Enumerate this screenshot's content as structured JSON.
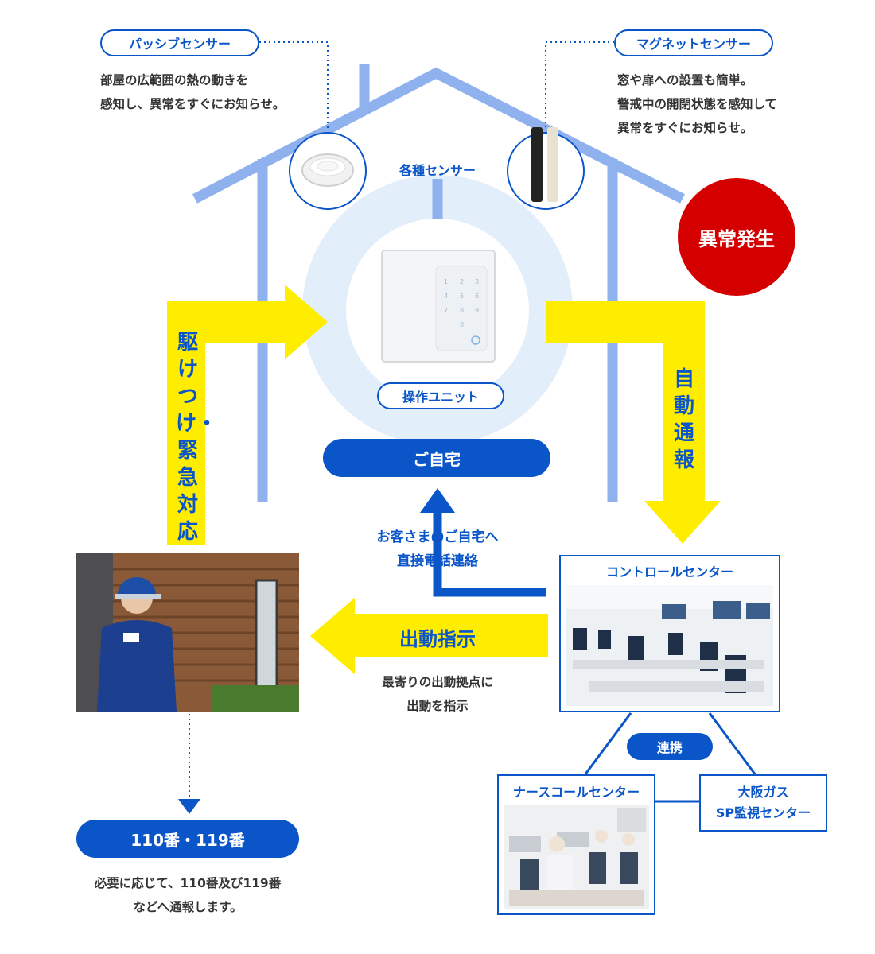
{
  "passive_sensor": {
    "label": "パッシブセンサー",
    "desc_lines": [
      "部屋の広範囲の熱の動きを",
      "感知し、異常をすぐにお知らせ。"
    ]
  },
  "magnet_sensor": {
    "label": "マグネットセンサー",
    "desc_lines": [
      "窓や扉への設置も簡単。",
      "警戒中の開閉状態を感知して",
      "異常をすぐにお知らせ。"
    ]
  },
  "sensors_label": "各種センサー",
  "control_unit_label": "操作ユニット",
  "home_label": "ご自宅",
  "alarm_badge": "異常発生",
  "auto_report": "自動通報",
  "rush_response": "駆けつけ・緊急対応",
  "direct_call_lines": [
    "お客さまのご自宅へ",
    "直接電話連絡"
  ],
  "dispatch_label": "出動指示",
  "dispatch_desc_lines": [
    "最寄りの出動拠点に",
    "出動を指示"
  ],
  "control_center_label": "コントロールセンター",
  "link_label": "連携",
  "nurse_center_label": "ナースコールセンター",
  "gas_center_lines": [
    "大阪ガス",
    "SP監視センター"
  ],
  "emergency_numbers": "110番・119番",
  "emergency_desc_lines": [
    "必要に応じて、110番及び119番",
    "などへ通報します。"
  ],
  "colors": {
    "brand_blue": "#0a55c8",
    "house_line": "#8fb2ef",
    "arrow_yellow": "#ffed00",
    "alarm_red": "#d40000",
    "halo": "#e3eefb"
  }
}
